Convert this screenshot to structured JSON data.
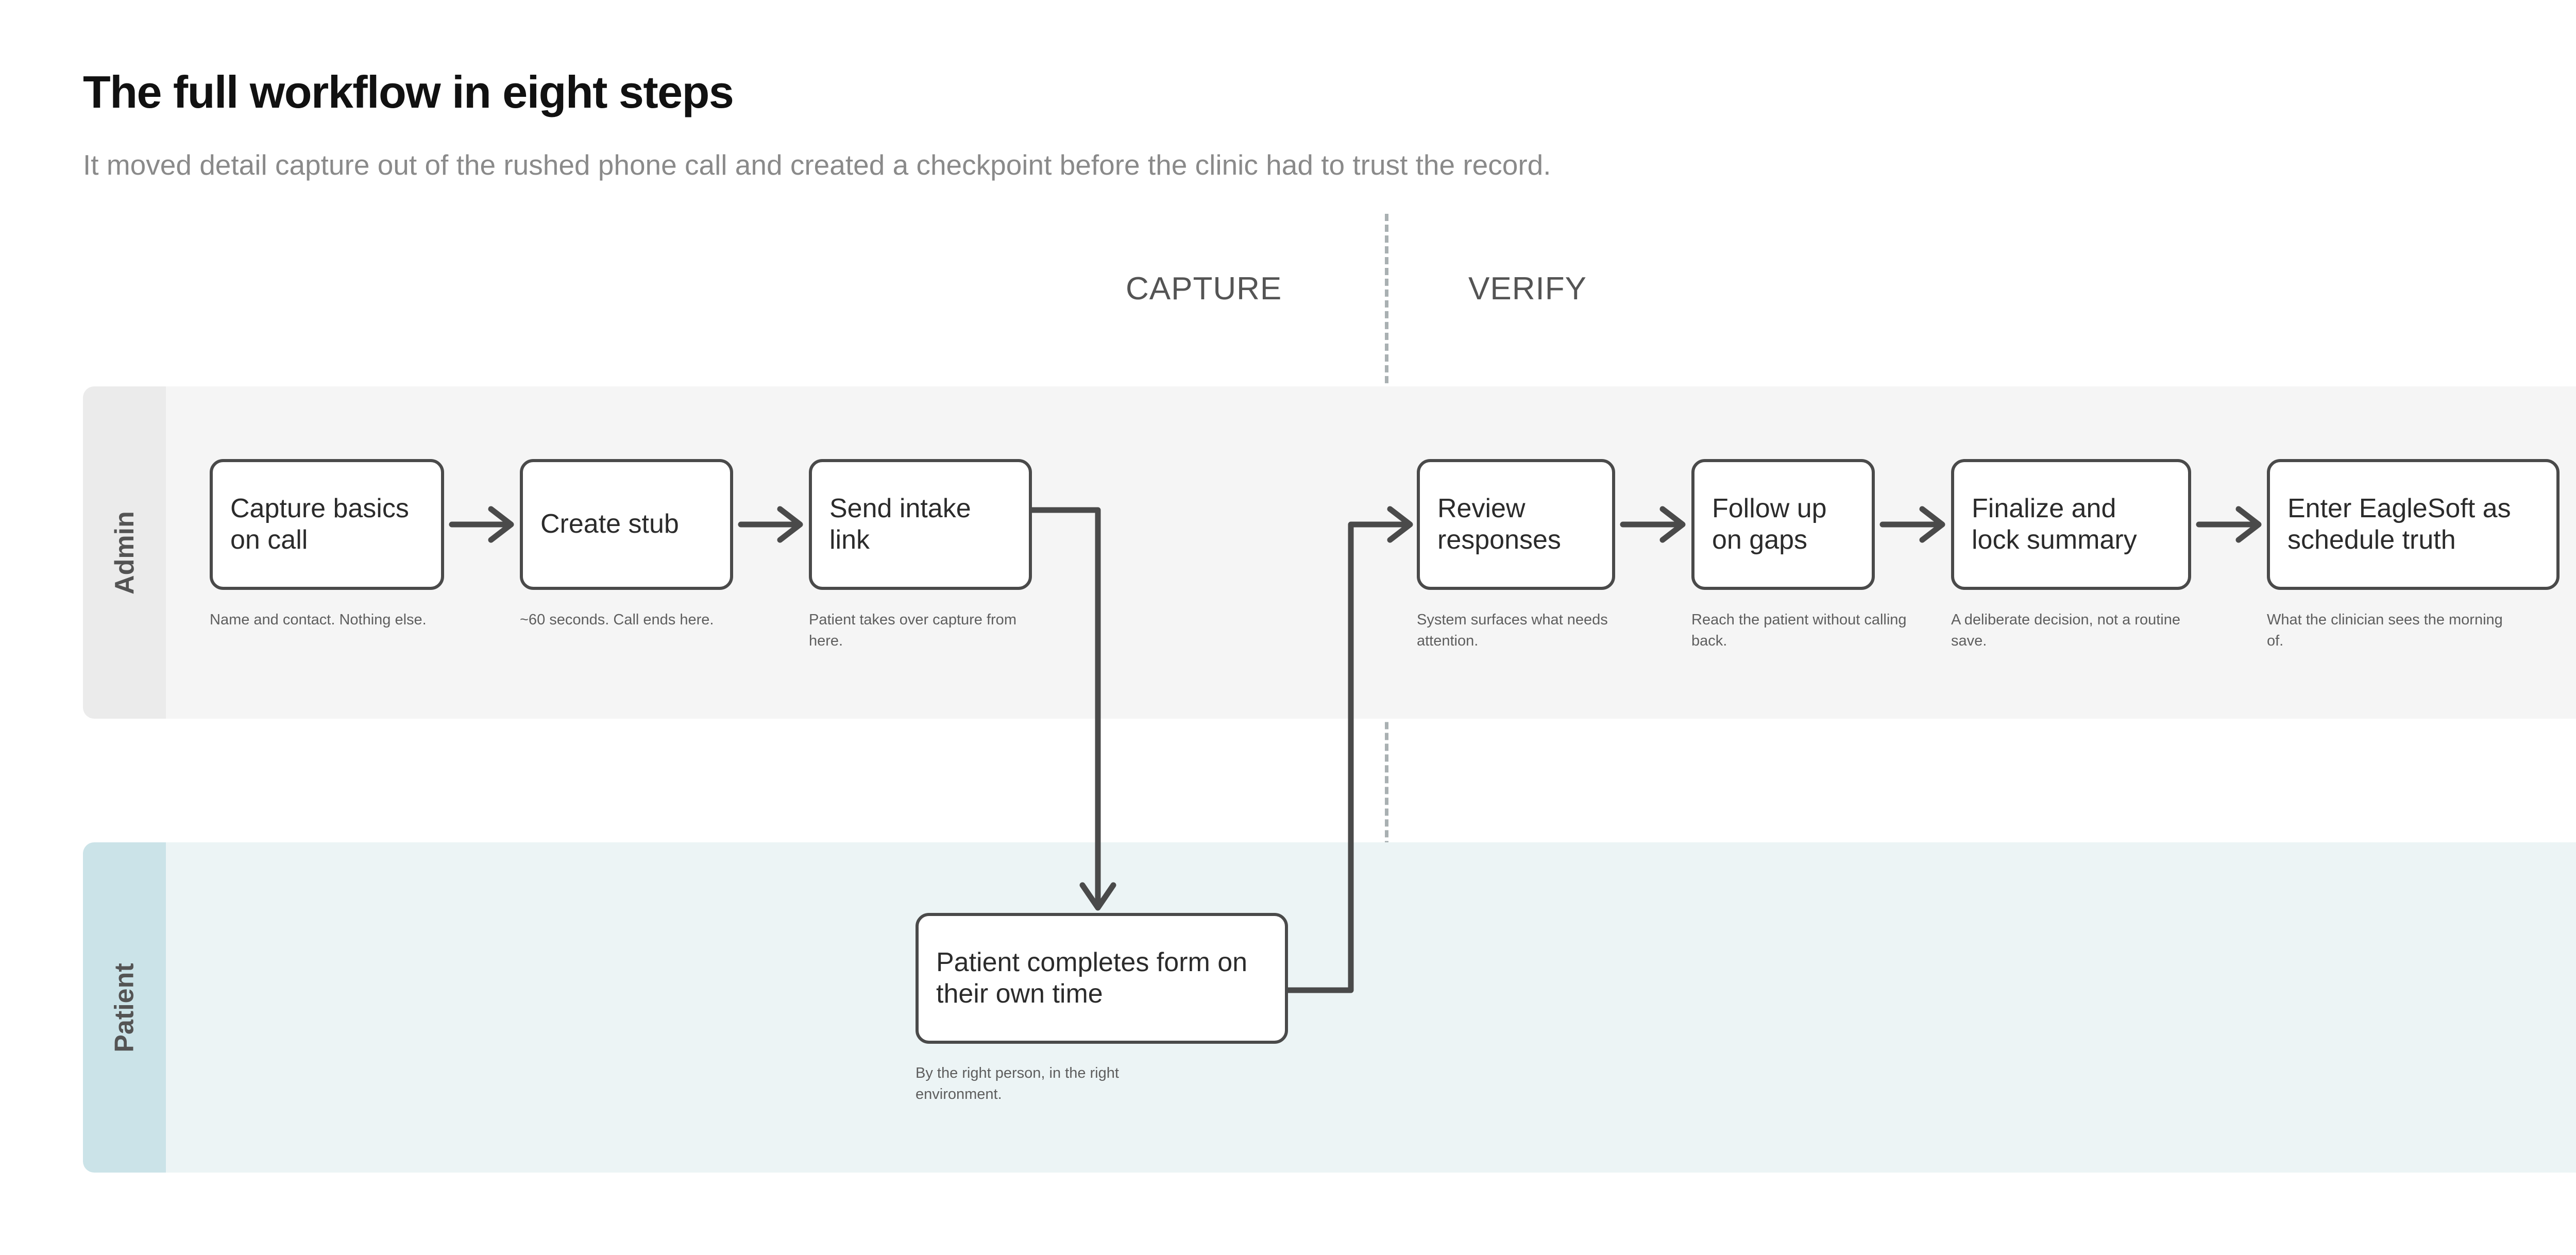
{
  "header": {
    "title": "The full workflow in eight steps",
    "subtitle": "It moved detail capture out of the rushed phone call and created a checkpoint before the clinic had to trust the record."
  },
  "phases": [
    {
      "id": "capture",
      "label": "CAPTURE"
    },
    {
      "id": "verify",
      "label": "VERIFY"
    }
  ],
  "lanes": [
    {
      "id": "admin",
      "label": "Admin",
      "band_color": "#cbcbcb",
      "body_color": "#f5f5f5"
    },
    {
      "id": "patient",
      "label": "Patient",
      "band_color": "#cbe3e8",
      "body_color": "#ecf4f5"
    }
  ],
  "steps": [
    {
      "id": "capture-basics",
      "lane": "admin",
      "phase": "capture",
      "label": "Capture basics on call",
      "caption": "Name and contact. Nothing else."
    },
    {
      "id": "create-stub",
      "lane": "admin",
      "phase": "capture",
      "label": "Create stub",
      "caption": "~60 seconds. Call ends here."
    },
    {
      "id": "send-intake-link",
      "lane": "admin",
      "phase": "capture",
      "label": "Send intake link",
      "caption": "Patient takes over capture from here."
    },
    {
      "id": "patient-completes-form",
      "lane": "patient",
      "phase": "capture",
      "label": "Patient completes form on their own time",
      "caption": "By the right person, in the right environment."
    },
    {
      "id": "review-responses",
      "lane": "admin",
      "phase": "verify",
      "label": "Review responses",
      "caption": "System surfaces what needs attention."
    },
    {
      "id": "follow-up-on-gaps",
      "lane": "admin",
      "phase": "verify",
      "label": "Follow up on gaps",
      "caption": "Reach the patient without calling back."
    },
    {
      "id": "finalize-and-lock",
      "lane": "admin",
      "phase": "verify",
      "label": "Finalize and lock summary",
      "caption": "A deliberate decision, not a routine save."
    },
    {
      "id": "enter-eaglesoft",
      "lane": "admin",
      "phase": "verify",
      "label": "Enter EagleSoft as schedule truth",
      "caption": "What the clinician sees the morning of."
    }
  ],
  "colors": {
    "node_border": "#4a4a4a",
    "node_fill": "#ffffff",
    "connector": "#4a4a4a",
    "divider": "#a9b0b2",
    "title": "#111111",
    "subtitle": "#8a8a8a",
    "phase_label": "#545454",
    "caption": "#5e5e5e"
  }
}
